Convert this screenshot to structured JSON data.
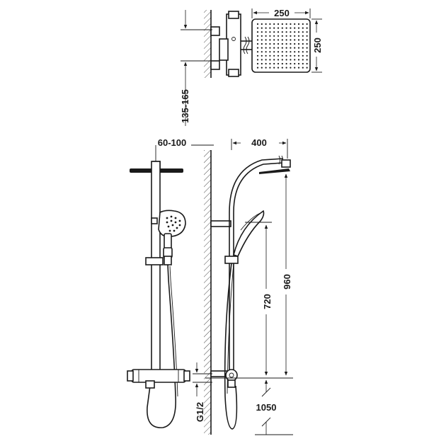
{
  "dimensions": {
    "head_width": "250",
    "head_height": "250",
    "thermostat_offset": "135-165",
    "wall_distance": "60-100",
    "arm_reach": "400",
    "bar_height": "960",
    "slider_height": "720",
    "floor_height": "1050",
    "inlet_thread": "G1/2"
  }
}
